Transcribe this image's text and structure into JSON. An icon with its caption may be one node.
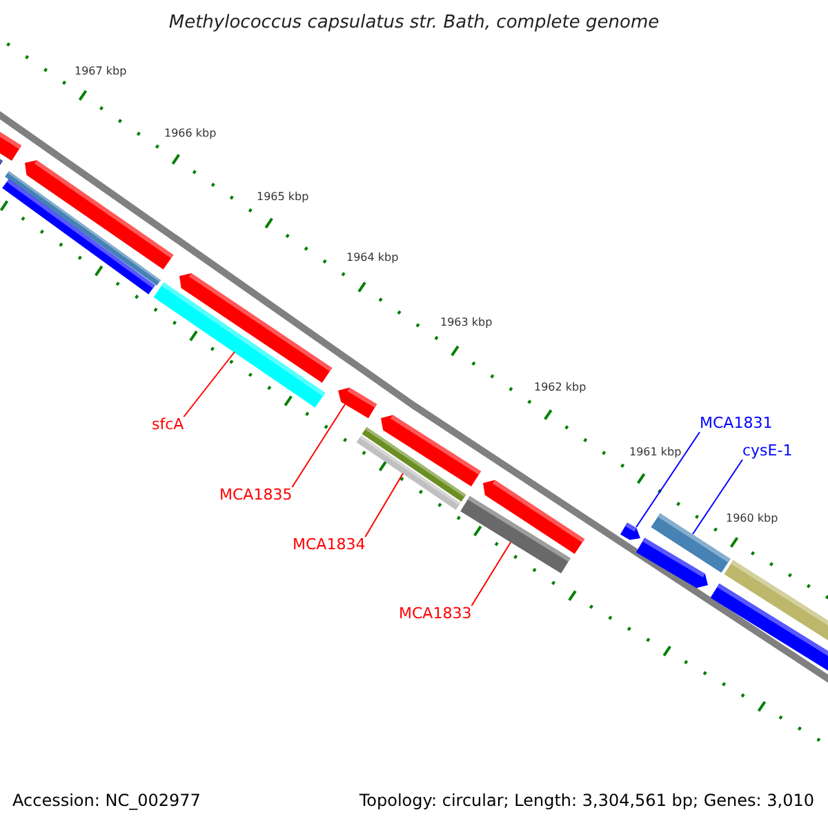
{
  "diagram": {
    "title": "Methylococcus capsulatus str. Bath, complete genome",
    "nodes": [
      {
        "text": [
          "sfcA"
        ]
      },
      {
        "text": [],
        "shape": "bar"
      },
      {
        "text": [
          "MCA1835"
        ]
      },
      {
        "text": [],
        "shape": "bar"
      },
      {
        "text": [
          "MCA1834"
        ]
      },
      {
        "text": [],
        "shape": "bar"
      },
      {
        "text": [
          "MCA1833"
        ]
      },
      {
        "text": [],
        "shape": "bar"
      },
      {
        "text": [
          "MCA1831"
        ]
      },
      {
        "text": [],
        "shape": "bar"
      },
      {
        "text": [
          "cysE-1"
        ]
      },
      {
        "text": [],
        "shape": "bar"
      },
      {
        "text": [],
        "shape": "bar"
      },
      {
        "text": [],
        "shape": "bar"
      },
      {
        "text": [],
        "shape": "bar"
      },
      {
        "text": [],
        "shape": "bar"
      },
      {
        "text": [],
        "shape": "bar"
      },
      {
        "text": [],
        "shape": "bar"
      },
      {
        "text": [],
        "shape": "bar"
      },
      {
        "text": [],
        "shape": "bar"
      },
      {
        "text": [],
        "shape": "bar"
      },
      {
        "text": [],
        "shape": "bar"
      },
      {
        "text": [],
        "shape": "bar"
      }
    ],
    "edges": [
      {
        "from": 0,
        "to": 1,
        "arrow": "none"
      },
      {
        "from": 2,
        "to": 3,
        "arrow": "none"
      },
      {
        "from": 4,
        "to": 5,
        "arrow": "none"
      },
      {
        "from": 6,
        "to": 7,
        "arrow": "none"
      },
      {
        "from": 8,
        "to": 9,
        "arrow": "none",
        "color": "#0000ff"
      },
      {
        "from": 10,
        "to": 11,
        "arrow": "none",
        "color": "#0000ff"
      }
    ],
    "labels": [
      "1967 kbp",
      "1966 kbp",
      "1965 kbp",
      "1964 kbp",
      "1963 kbp",
      "1962 kbp",
      "1961 kbp",
      "1960 kbp",
      "Accession: NC_002977",
      "Topology: circular; Length: 3,304,561 bp; Genes: 3,010"
    ]
  }
}
